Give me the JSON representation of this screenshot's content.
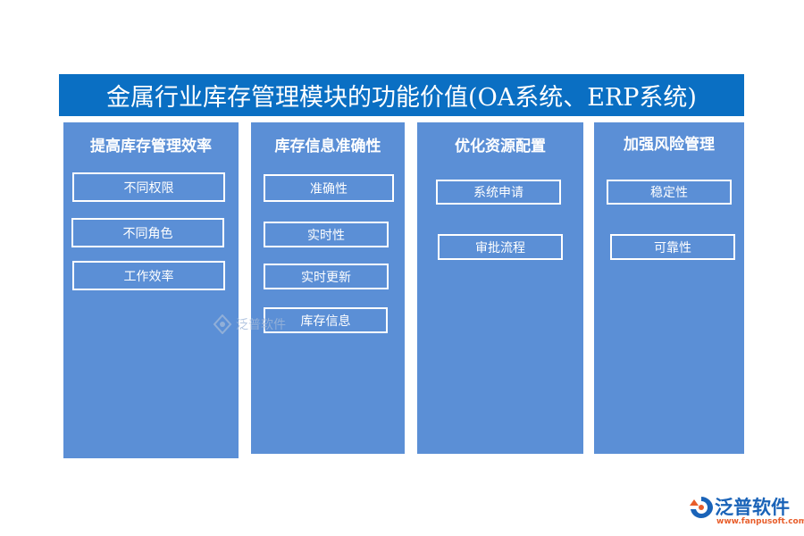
{
  "title": "金属行业库存管理模块的功能价值(OA系统、ERP系统)",
  "columns": [
    {
      "heading": "提高库存管理效率",
      "items": [
        "不同权限",
        "不同角色",
        "工作效率"
      ]
    },
    {
      "heading": "库存信息准确性",
      "items": [
        "准确性",
        "实时性",
        "实时更新",
        "库存信息"
      ]
    },
    {
      "heading": "优化资源配置",
      "items": [
        "系统申请",
        "审批流程"
      ]
    },
    {
      "heading": "加强风险管理",
      "items": [
        "稳定性",
        "可靠性"
      ]
    }
  ],
  "watermark": "泛普软件",
  "logo": {
    "name": "泛普软件",
    "url": "www.fanpusoft.com",
    "icon": "fanpu-logo-icon"
  },
  "colors": {
    "title_bg": "#0a6fc3",
    "column_bg": "#5b8fd6",
    "text": "#ffffff"
  }
}
